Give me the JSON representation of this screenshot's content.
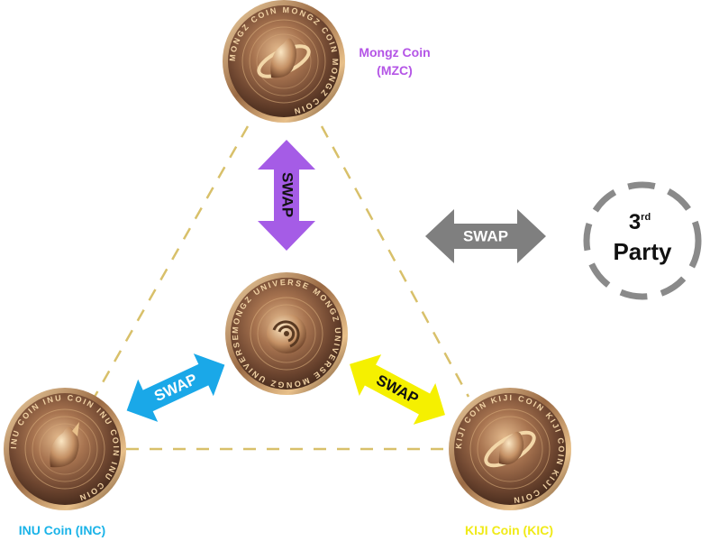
{
  "coins": {
    "top": {
      "name": "Mongz Coin",
      "ticker": "(MZC)",
      "ring_text": "MONGZ COIN MONGZ COIN MONGZ COIN",
      "label_color": "#b455e6"
    },
    "center": {
      "ring_text": "MONGZ UNIVERSE MONGZ UNIVERSE MONGZ UNIVERSE"
    },
    "left": {
      "name": "INU Coin (INC)",
      "ring_text": "INU COIN INU COIN INU COIN INU COIN",
      "label_color": "#1ab3e8"
    },
    "right": {
      "name": "KIJI Coin (KIC)",
      "ring_text": "KIJI COIN KIJI COIN KIJI COIN KIJI COIN",
      "label_color": "#f0ea18"
    }
  },
  "arrows": {
    "top": {
      "label": "SWAP",
      "color": "#a55ce6"
    },
    "left": {
      "label": "SWAP",
      "color": "#1aa8e8"
    },
    "right": {
      "label": "SWAP",
      "color": "#f5f000"
    },
    "third": {
      "label": "SWAP",
      "color": "#7f7f7f"
    }
  },
  "third_party": {
    "number": "3",
    "superscript": "rd",
    "label": "Party",
    "ring_color": "#8a8a8a"
  },
  "connector_color": "#d8c06a",
  "coin_colors": {
    "gold_light": "#e8c08a",
    "gold_dark": "#5a3a22",
    "rim": "#caa070"
  }
}
